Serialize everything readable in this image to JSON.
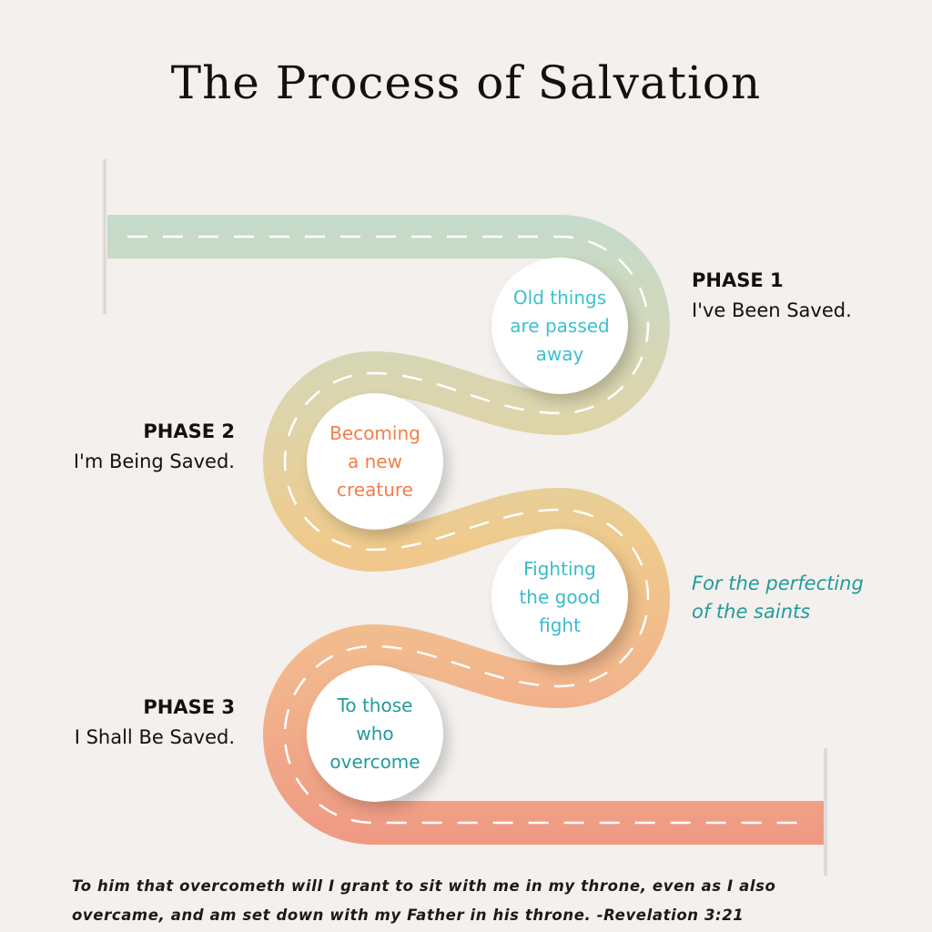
{
  "title": "The Process of Salvation",
  "colors": {
    "road_top": "#c4dbcc",
    "road_mid": "#e6d29e",
    "road_bottom": "#ef9b86",
    "teal": "#3cc1d0",
    "orange": "#f07f4c",
    "dark_teal": "#239b9b"
  },
  "phases": [
    {
      "heading": "PHASE 1",
      "subtitle": "I've Been Saved."
    },
    {
      "heading": "PHASE 2",
      "subtitle": "I'm Being Saved."
    },
    {
      "heading": "PHASE 3",
      "subtitle": "I Shall Be Saved."
    }
  ],
  "bubbles": [
    {
      "lines": [
        "Old things",
        "are passed",
        "away"
      ]
    },
    {
      "lines": [
        "Becoming",
        "a new",
        "creature"
      ]
    },
    {
      "lines": [
        "Fighting",
        "the good",
        "fight"
      ]
    },
    {
      "lines": [
        "To those",
        "who",
        "overcome"
      ]
    }
  ],
  "note": {
    "lines": [
      "For the perfecting",
      "of the saints"
    ]
  },
  "verse": {
    "lines": [
      "To him that overcometh will I grant to sit with me in my throne, even as I also",
      "overcame, and am set down with my Father in his throne. -Revelation 3:21"
    ]
  }
}
